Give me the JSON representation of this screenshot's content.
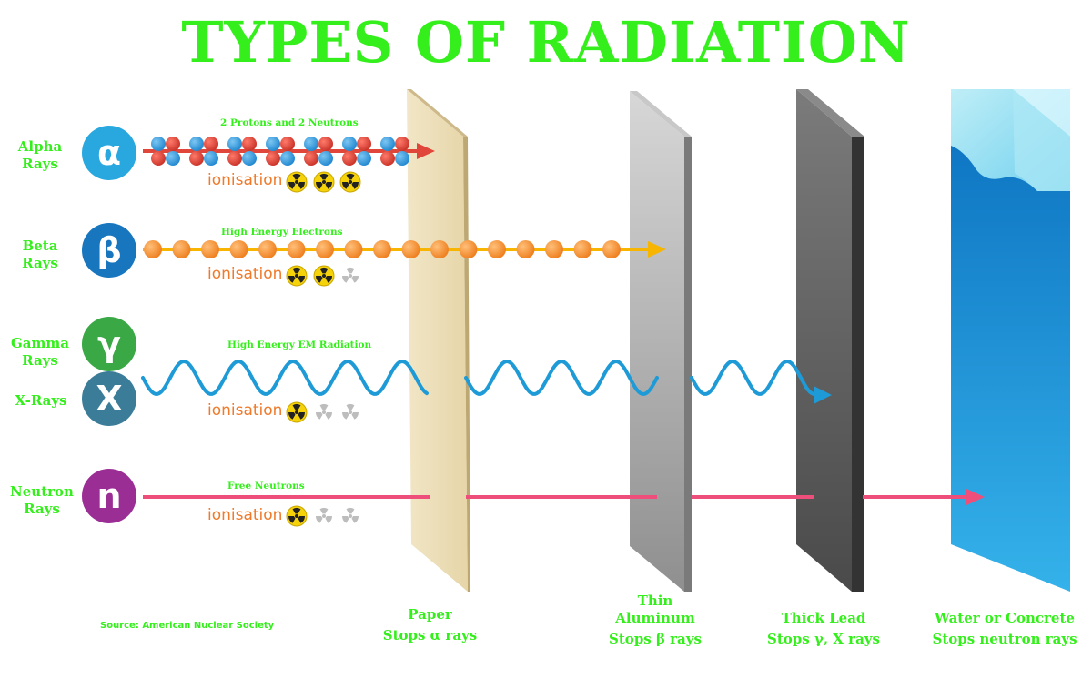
{
  "title": "TYPES OF RADIATION",
  "rays": [
    {
      "name": "Alpha\nRays",
      "symbol": "α",
      "color": "#29a8e0",
      "sublabel": "2 Protons and 2 Neutrons",
      "ionisation_label": "ionisation",
      "ionisation_level": 3
    },
    {
      "name": "Beta\nRays",
      "symbol": "β",
      "color": "#1776be",
      "sublabel": "High Energy Electrons",
      "ionisation_label": "ionisation",
      "ionisation_level": 2
    },
    {
      "name": "Gamma\nRays",
      "symbol": "γ",
      "color": "#39a845",
      "sublabel": "High Energy EM Radiation",
      "ionisation_label": "ionisation",
      "ionisation_level": 1
    },
    {
      "name": "X-Rays",
      "symbol": "X",
      "color": "#3b7d99"
    },
    {
      "name": "Neutron\nRays",
      "symbol": "n",
      "color": "#9b2e95",
      "sublabel": "Free Neutrons",
      "ionisation_label": "ionisation",
      "ionisation_level": 1
    }
  ],
  "barriers": [
    {
      "name": "Paper",
      "stops": "Stops α rays"
    },
    {
      "name": "Thin Aluminum",
      "stops": "Stops β rays"
    },
    {
      "name": "Thick Lead",
      "stops": "Stops γ, X rays"
    },
    {
      "name": "Water or Concrete",
      "stops": "Stops neutron rays"
    }
  ],
  "source": "Source: American Nuclear Society",
  "colors": {
    "title": "#35ef1c",
    "ionisation": "#f07a2a",
    "alpha_arrow": "#e0473a",
    "beta_arrow": "#f7b500",
    "gamma_wave": "#1e9bd7",
    "neutron_line": "#ee4f7a"
  },
  "icons": [
    "radiation-hazard-icon",
    "radiation-hazard-faded-icon"
  ]
}
